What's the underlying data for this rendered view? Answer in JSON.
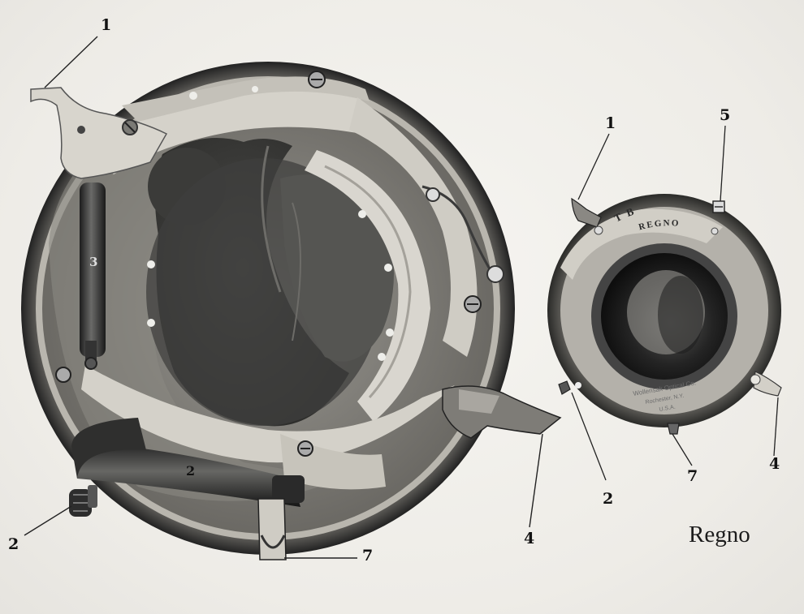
{
  "figure": {
    "caption": "Regno",
    "labels": {
      "large_lever_1": "1",
      "large_cylinder_3": "3",
      "large_cylinder_2": "2",
      "large_knob_2": "2",
      "large_bracket_7": "7",
      "large_lever_4": "4",
      "small_lever_1": "1",
      "small_screw_5": "5",
      "small_knob_2": "2",
      "small_bracket_7": "7",
      "small_lever_4": "4"
    },
    "shutter_engraving": {
      "top_line": "T B",
      "name": "REGNO",
      "maker": [
        "Wollensak Optical Co.",
        "Rochester, N.Y.",
        "U.S.A."
      ]
    }
  }
}
